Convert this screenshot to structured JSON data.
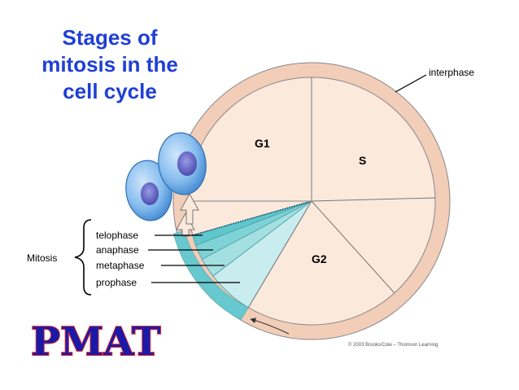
{
  "title": {
    "line1": "Stages of",
    "line2": "mitosis in the",
    "line3": "cell cycle"
  },
  "labels": {
    "interphase": "interphase",
    "g1": "G1",
    "s": "S",
    "g2": "G2",
    "mitosis": "Mitosis",
    "phases": [
      "telophase",
      "anaphase",
      "metaphase",
      "prophase"
    ]
  },
  "credit": "© 2003 Brooks/Cole – Thomson Learning",
  "logo": "PMAT",
  "colors": {
    "title": "#1f3fd6",
    "ring": "#f2cdb8",
    "interior": "#fbe9dc",
    "mitosis": "#7fd3d6",
    "cell": "#7fb7e9",
    "nucleus": "#6f6fc9",
    "logo_fill": "#1a1aa8",
    "logo_outline": "#e23030"
  }
}
